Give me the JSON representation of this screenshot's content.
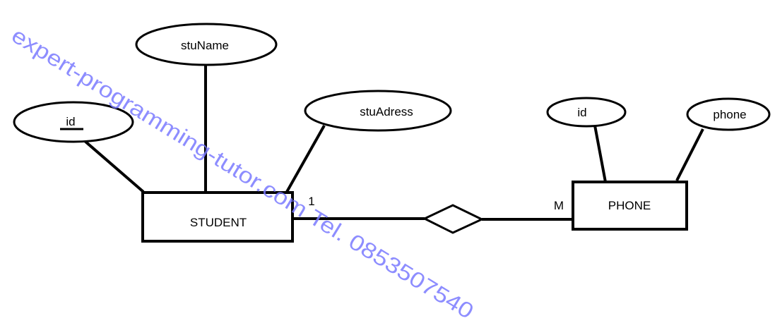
{
  "colors": {
    "stroke": "#000000",
    "watermark": "#7a7aff",
    "background": "#ffffff"
  },
  "entities": {
    "student": "STUDENT",
    "phone": "PHONE"
  },
  "attributes": {
    "student_id": "id",
    "stu_name": "stuName",
    "stu_address": "stuAdress",
    "phone_id": "id",
    "phone": "phone"
  },
  "relationship": {
    "cardinality_left": "1",
    "cardinality_right": "M"
  },
  "watermark": "expert-programming-tutor.com Tel. 0853507540"
}
